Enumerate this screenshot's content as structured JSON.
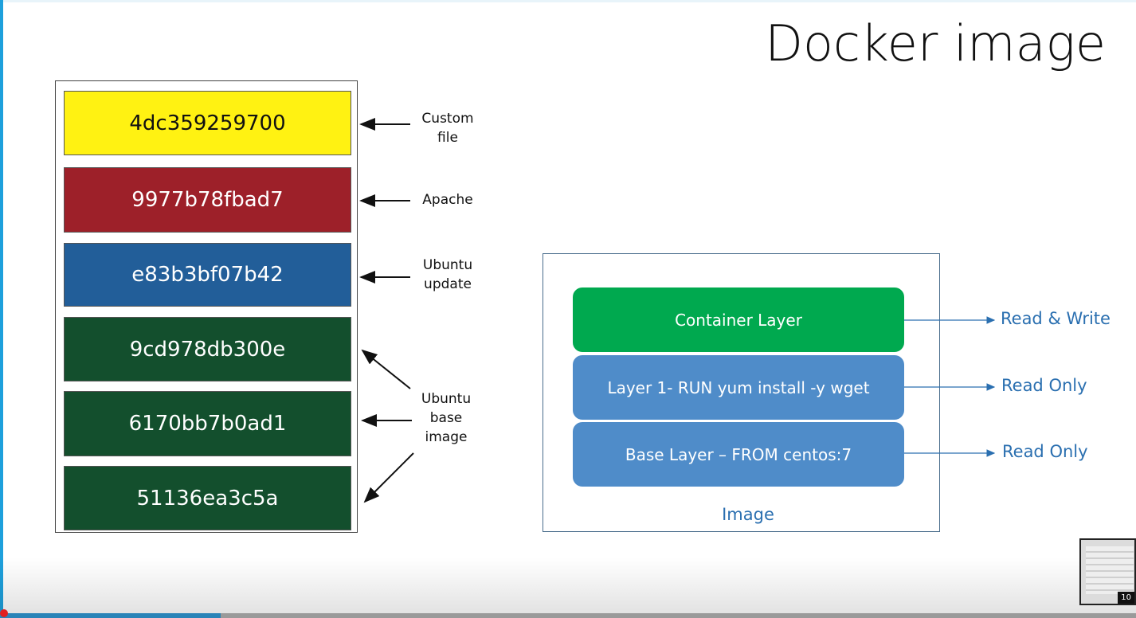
{
  "title": "Docker image",
  "left_diagram": {
    "layers": [
      {
        "id": "4dc359259700",
        "color": "#fff212",
        "text_color": "#111111"
      },
      {
        "id": "9977b78fbad7",
        "color": "#9d2029",
        "text_color": "#ffffff"
      },
      {
        "id": "e83b3bf07b42",
        "color": "#225e99",
        "text_color": "#ffffff"
      },
      {
        "id": "9cd978db300e",
        "color": "#134f2d",
        "text_color": "#ffffff"
      },
      {
        "id": "6170bb7b0ad1",
        "color": "#134f2d",
        "text_color": "#ffffff"
      },
      {
        "id": "51136ea3c5a",
        "color": "#134f2d",
        "text_color": "#ffffff"
      }
    ],
    "labels": {
      "custom_line1": "Custom",
      "custom_line2": "file",
      "apache": "Apache",
      "ubuntu_update_line1": "Ubuntu",
      "ubuntu_update_line2": "update",
      "ubuntu_base_line1": "Ubuntu",
      "ubuntu_base_line2": "base",
      "ubuntu_base_line3": "image"
    }
  },
  "right_diagram": {
    "layers": [
      {
        "label": "Container Layer",
        "access": "Read & Write",
        "color": "#00a94f"
      },
      {
        "label": "Layer 1- RUN yum install -y wget",
        "access": "Read Only",
        "color": "#4f8cc9"
      },
      {
        "label": "Base Layer – FROM centos:7",
        "access": "Read Only",
        "color": "#4f8cc9"
      }
    ],
    "caption": "Image",
    "accent_color": "#2a6fb0"
  },
  "video": {
    "thumbnail_time": "10",
    "progress_percent": 19.4
  }
}
